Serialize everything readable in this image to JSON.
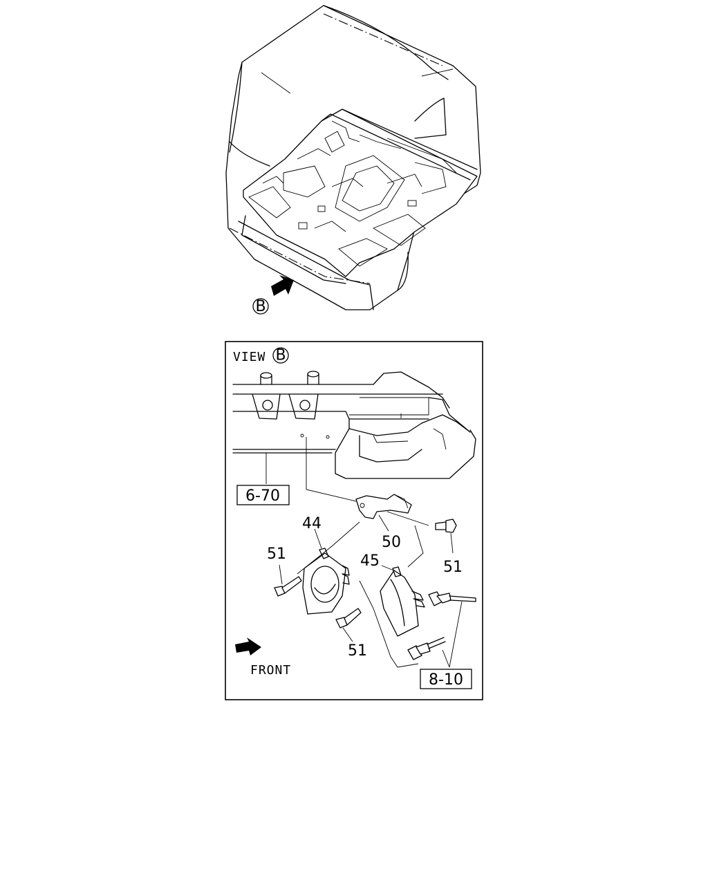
{
  "top_view": {
    "callout_letter": "B"
  },
  "view_panel": {
    "title_word": "VIEW",
    "title_letter": "B",
    "front_label": "FRONT",
    "ref_boxes": [
      "6-70",
      "8-10"
    ],
    "part_numbers": {
      "p44": "44",
      "p45": "45",
      "p50": "50",
      "p51_left": "51",
      "p51_right": "51",
      "p51_bottom": "51"
    }
  }
}
